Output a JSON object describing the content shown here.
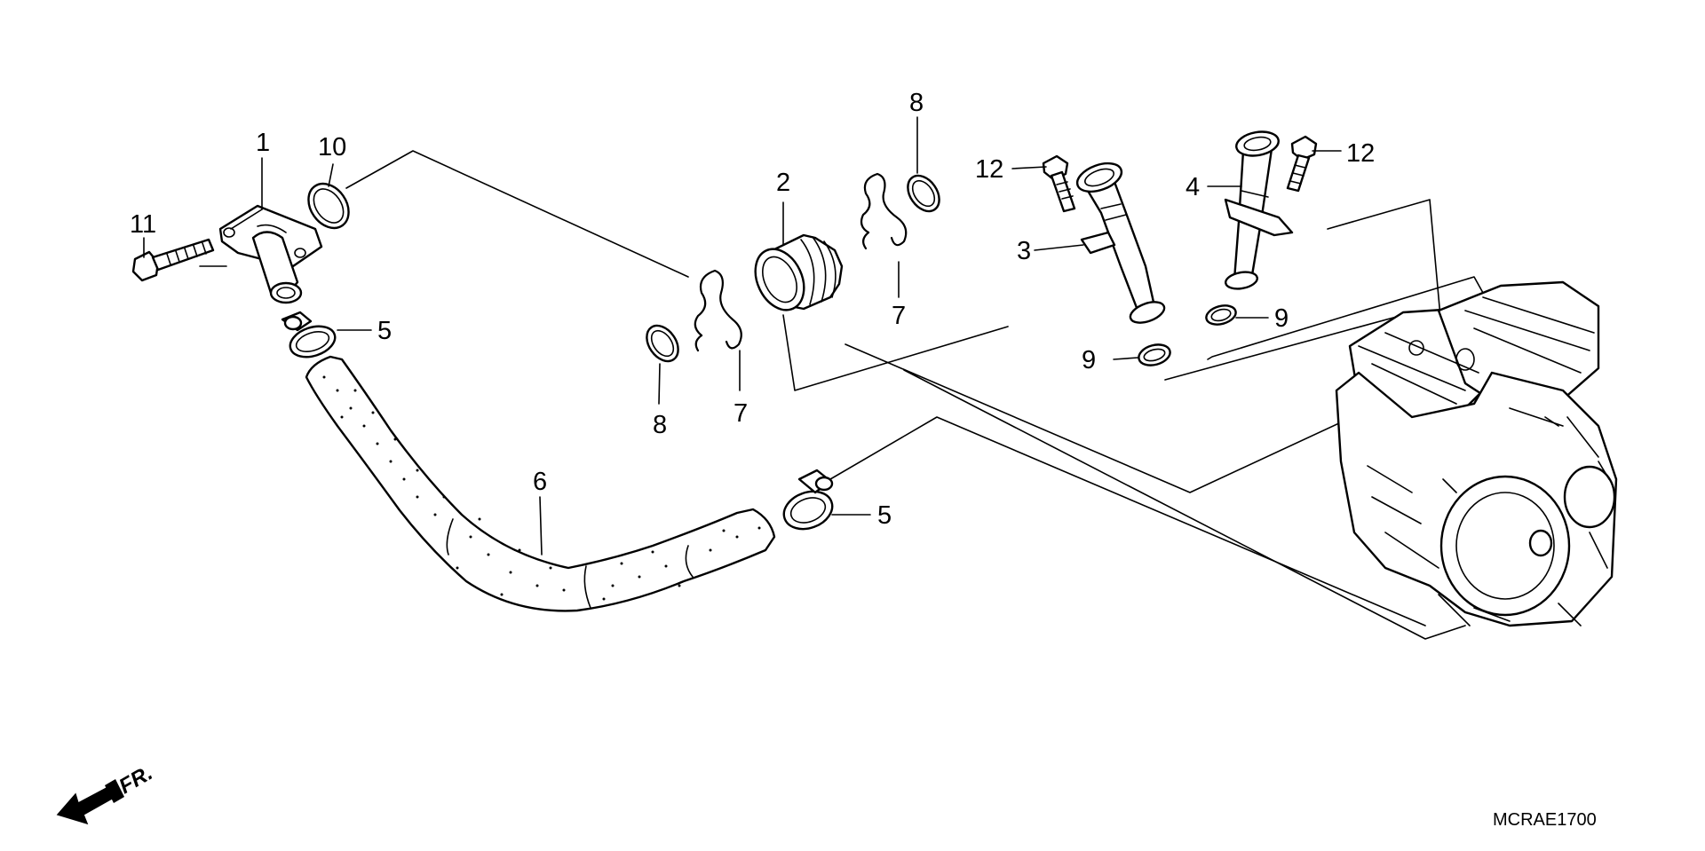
{
  "diagram": {
    "code": "MCRAE1700",
    "front_indicator": "FR.",
    "callouts": [
      {
        "id": "c1",
        "text": "1",
        "part": "water-outlet-joint"
      },
      {
        "id": "c10",
        "text": "10",
        "part": "o-ring"
      },
      {
        "id": "c11",
        "text": "11",
        "part": "flange-bolt"
      },
      {
        "id": "c5a",
        "text": "5",
        "part": "hose-clamp"
      },
      {
        "id": "c6",
        "text": "6",
        "part": "water-hose"
      },
      {
        "id": "c8a",
        "text": "8",
        "part": "o-ring"
      },
      {
        "id": "c7a",
        "text": "7",
        "part": "wire-clip"
      },
      {
        "id": "c2",
        "text": "2",
        "part": "joint-pipe"
      },
      {
        "id": "c7b",
        "text": "7",
        "part": "wire-clip"
      },
      {
        "id": "c8b",
        "text": "8",
        "part": "o-ring"
      },
      {
        "id": "c5b",
        "text": "5",
        "part": "hose-clamp"
      },
      {
        "id": "c12a",
        "text": "12",
        "part": "flange-bolt"
      },
      {
        "id": "c3",
        "text": "3",
        "part": "water-pipe"
      },
      {
        "id": "c9a",
        "text": "9",
        "part": "o-ring"
      },
      {
        "id": "c4",
        "text": "4",
        "part": "water-pipe"
      },
      {
        "id": "c12b",
        "text": "12",
        "part": "flange-bolt"
      },
      {
        "id": "c9b",
        "text": "9",
        "part": "o-ring"
      }
    ]
  }
}
